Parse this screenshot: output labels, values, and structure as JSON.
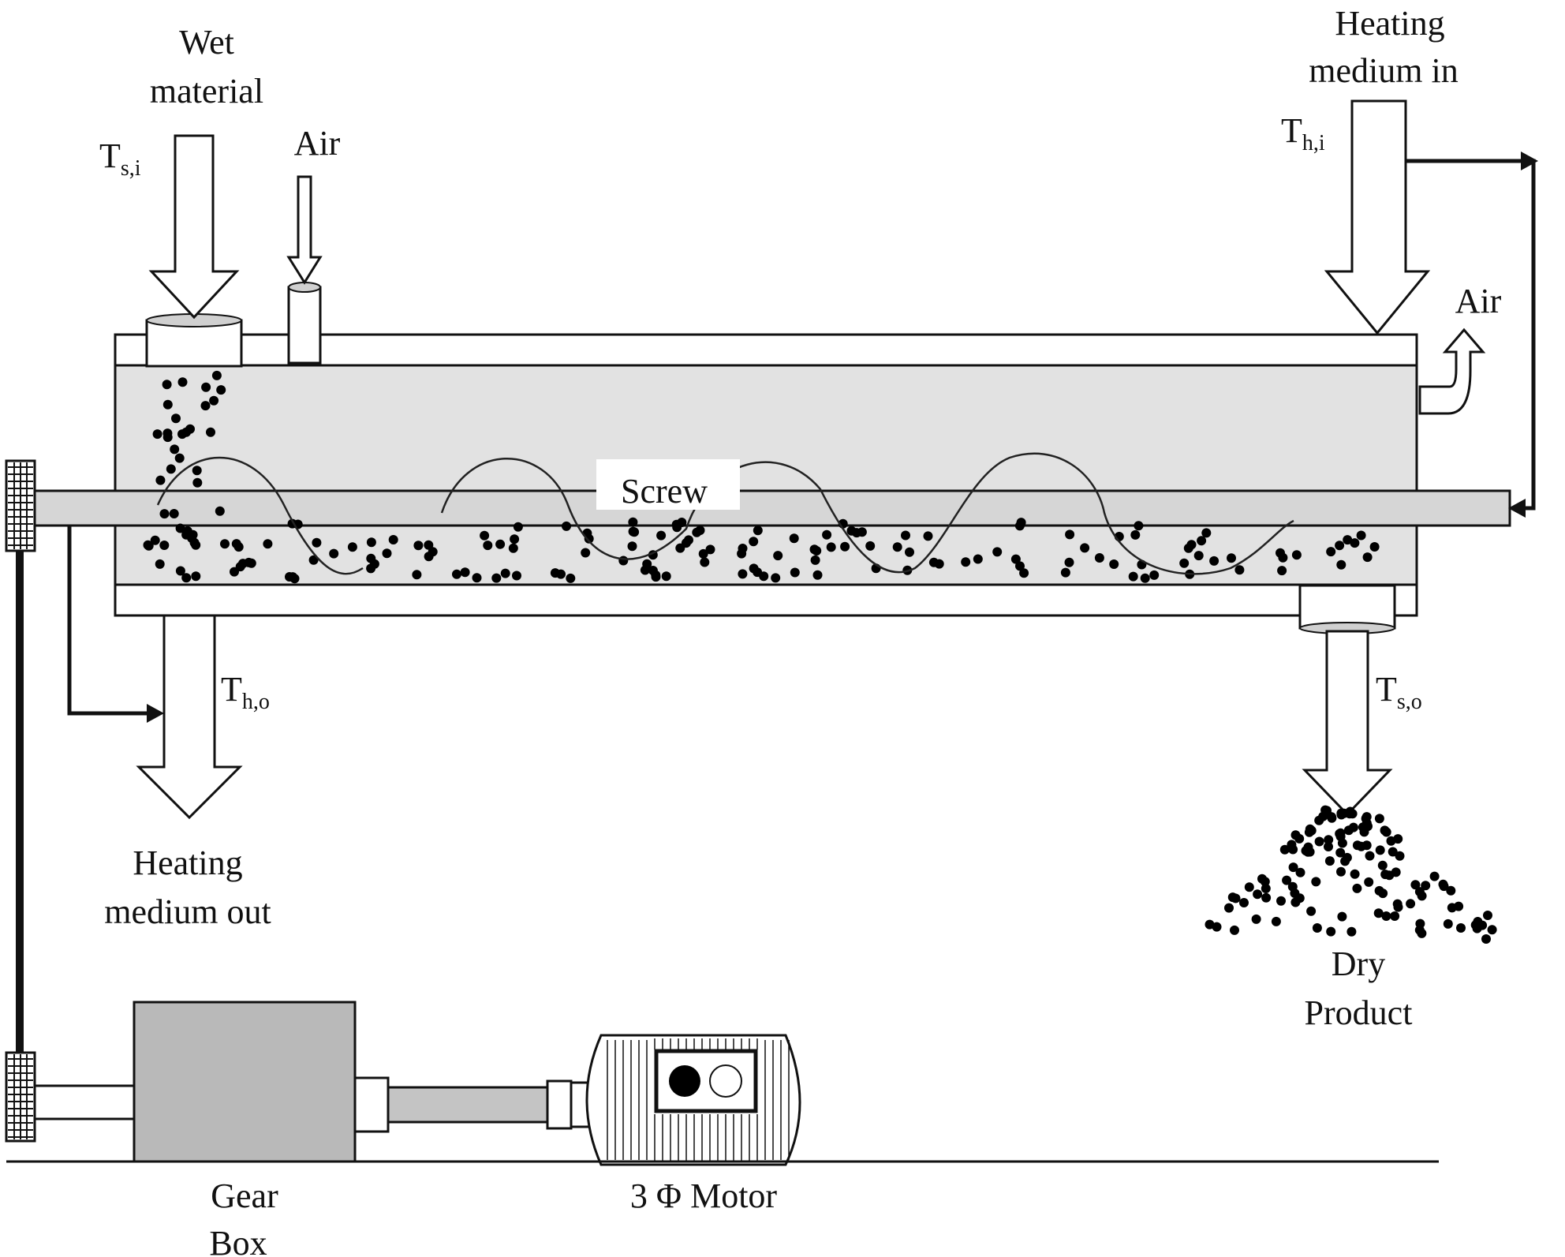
{
  "labels": {
    "wet_material_line1": "Wet",
    "wet_material_line2": "material",
    "air_in": "Air",
    "air_out": "Air",
    "heating_in_line1": "Heating",
    "heating_in_line2": "medium in",
    "heating_out_line1": "Heating",
    "heating_out_line2": "medium out",
    "screw": "Screw",
    "dry_product_line1": "Dry",
    "dry_product_line2": "Product",
    "gear_box_line1": "Gear",
    "gear_box_line2": "Box",
    "motor": "3 Φ Motor"
  },
  "temperatures": {
    "solid_in": {
      "symbol": "T",
      "subscript": "s,i"
    },
    "heat_in": {
      "symbol": "T",
      "subscript": "h,i"
    },
    "heat_out": {
      "symbol": "T",
      "subscript": "h,o"
    },
    "solid_out": {
      "symbol": "T",
      "subscript": "s,o"
    }
  },
  "colors": {
    "line": "#111111",
    "chamber_fill": "#e2e2e2",
    "shaft_fill": "#d6d6d6",
    "gearbox_fill": "#b9b9b9",
    "particle": "#000000"
  }
}
